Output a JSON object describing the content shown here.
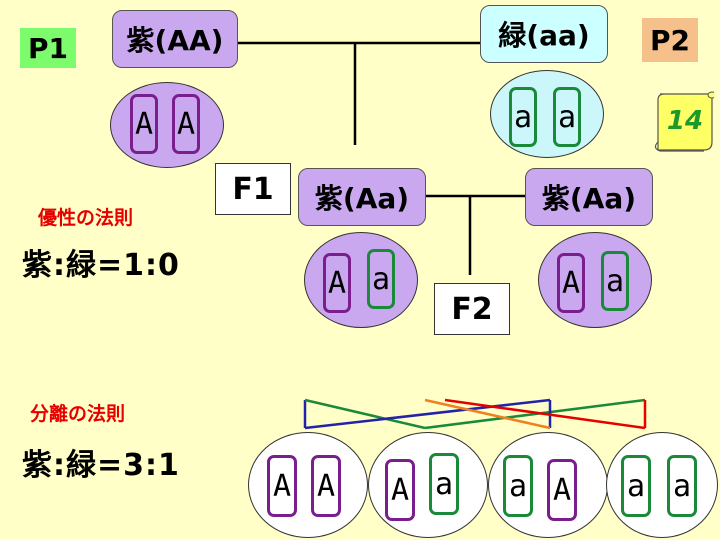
{
  "generation_labels": {
    "p1": "P1",
    "p2": "P2",
    "f1": "F1",
    "f2": "F2"
  },
  "parents": {
    "p1": "紫(AA)",
    "p2": "緑(aa)",
    "f1_left": "紫(Aa)",
    "f1_right": "紫(Aa)"
  },
  "cells": {
    "p1": [
      "A",
      "A"
    ],
    "p2": [
      "a",
      "a"
    ],
    "f1_left": [
      "A",
      "a"
    ],
    "f1_right": [
      "A",
      "a"
    ]
  },
  "slide_number": "14",
  "laws": {
    "dominance_title": "優性の法則",
    "dominance_ratio": "紫:緑=1:0",
    "segregation_title": "分離の法則",
    "segregation_ratio": "紫:緑=3:1"
  },
  "offspring": [
    [
      "A",
      "A"
    ],
    [
      "A",
      "a"
    ],
    [
      "a",
      "A"
    ],
    [
      "a",
      "a"
    ]
  ],
  "colors": {
    "background": "#FFFFC7",
    "purple_box": "#C9A8F0",
    "cyan_box": "#CCFFFF",
    "purple_cell": "#C9A8F0",
    "cyan_cell": "#CCF7FA",
    "p1_tag": "#7CFC6C",
    "p2_tag": "#F5C08A",
    "law_text": "#E60000",
    "dominant_chromosome": "#7A1E8E",
    "recessive_chromosome": "#1A8A3A"
  }
}
